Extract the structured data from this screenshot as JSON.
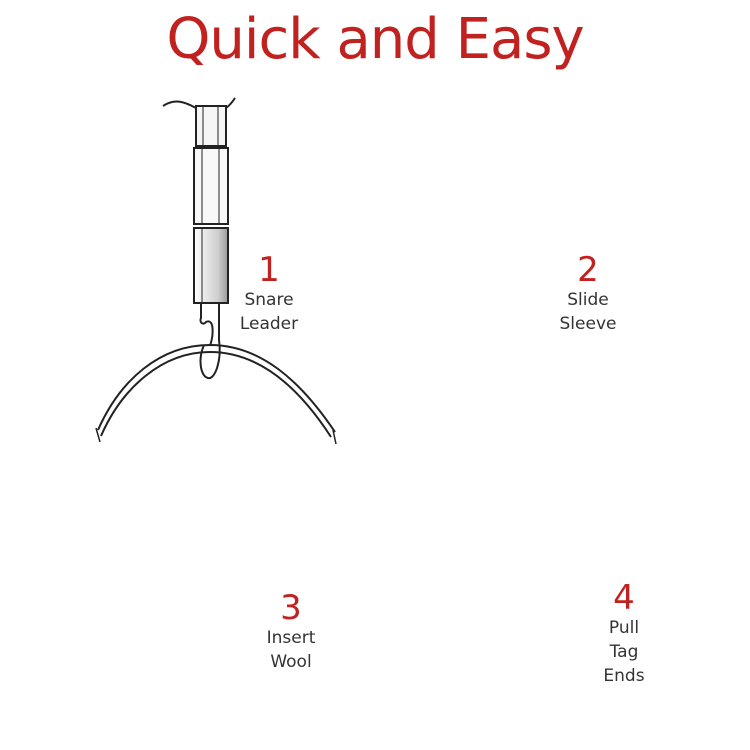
{
  "title": "Quick and Easy",
  "colors": {
    "accent": "#c1221f",
    "text": "#333333",
    "line": "#222222",
    "background": "#ffffff"
  },
  "steps": [
    {
      "number": "1",
      "label_lines": [
        "Snare",
        "Leader"
      ]
    },
    {
      "number": "2",
      "label_lines": [
        "Slide",
        "Sleeve"
      ]
    },
    {
      "number": "3",
      "label_lines": [
        "Insert",
        "Wool"
      ]
    },
    {
      "number": "4",
      "label_lines": [
        "Pull",
        "Tag",
        "Ends"
      ]
    }
  ]
}
